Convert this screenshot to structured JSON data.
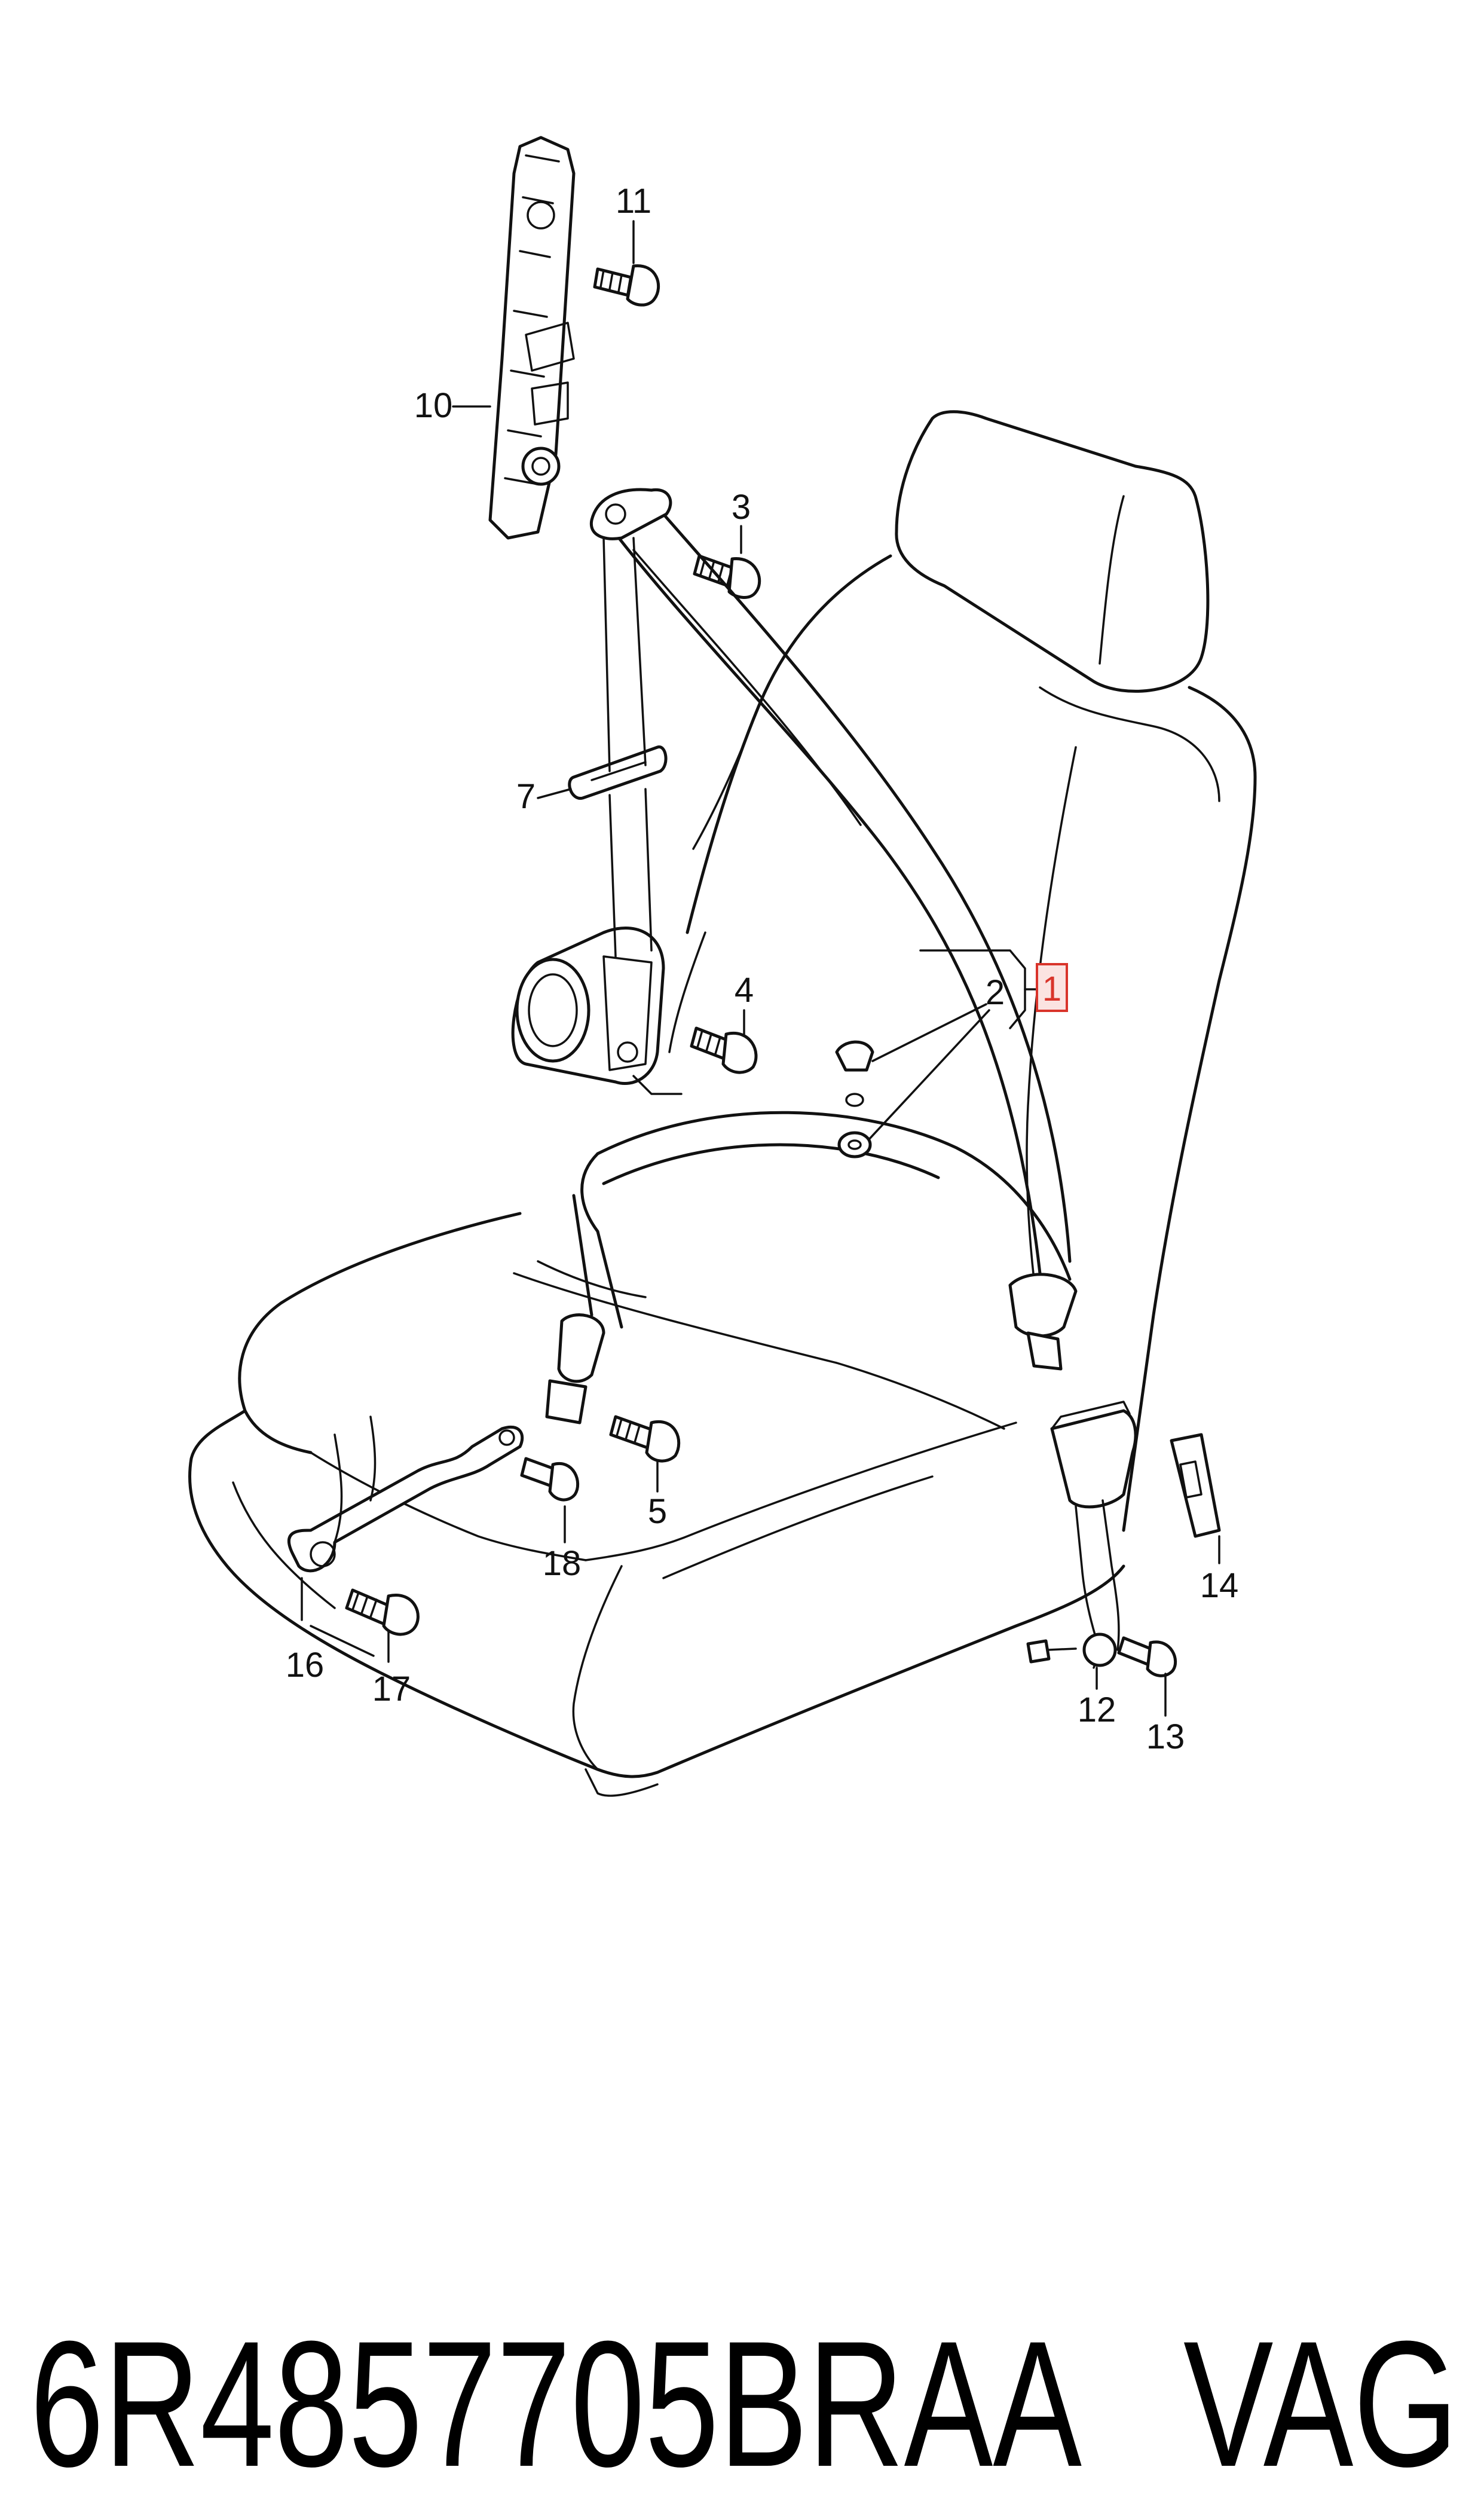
{
  "callouts": {
    "c1": "1",
    "c2": "2",
    "c3": "3",
    "c4": "4",
    "c5": "5",
    "c7": "7",
    "c10": "10",
    "c11": "11",
    "c12": "12",
    "c13": "13",
    "c14": "14",
    "c16": "16",
    "c17": "17",
    "c18": "18"
  },
  "footer": {
    "part_number": "6R4857705BRAA",
    "brand": "VAG"
  },
  "colors": {
    "line": "#111111",
    "highlight": "#d9342b",
    "highlight_fill": "#fbe3e1"
  }
}
